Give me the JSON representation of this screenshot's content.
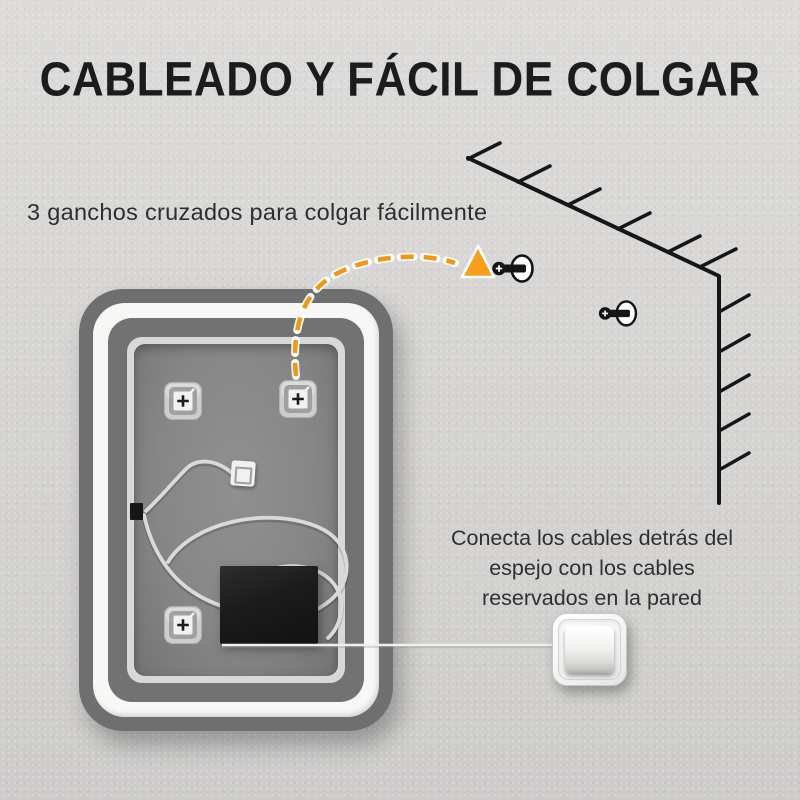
{
  "title": "CABLEADO Y FÁCIL DE COLGAR",
  "labels": {
    "hooks_note": "3 ganchos cruzados para colgar fácilmente",
    "cables_note_lines": [
      "Conecta los cables detrás del",
      "espejo con los cables",
      "reservados en la pared"
    ]
  },
  "colors": {
    "wall": "#d6d5d3",
    "title_text": "#1c1c1c",
    "body_text": "#303030",
    "accent_orange": "#f29a15",
    "diagram_line_black": "#161616",
    "mirror_frame_dark": "#6f6f6f",
    "mirror_frame_white": "#f7f7f6",
    "mirror_frame_mid": "#727272",
    "mirror_frame_light": "#d8d8d7",
    "mirror_panel": "#868686",
    "cable_gray": "#dadada",
    "driver_box_black": "#1b1b1b",
    "switch_white": "#f3f3f2"
  },
  "icons": {
    "mounting_hook": "cross-hook-square",
    "wall_screw": "screw-side-view",
    "dashed_arrow": "orange-dashed-arc",
    "arrowhead": "orange-triangle",
    "wall_edge": "hatched-corner-lines",
    "light_switch": "rocker-switch",
    "junction_box": "white-square-connector",
    "driver_box": "black-led-driver"
  }
}
